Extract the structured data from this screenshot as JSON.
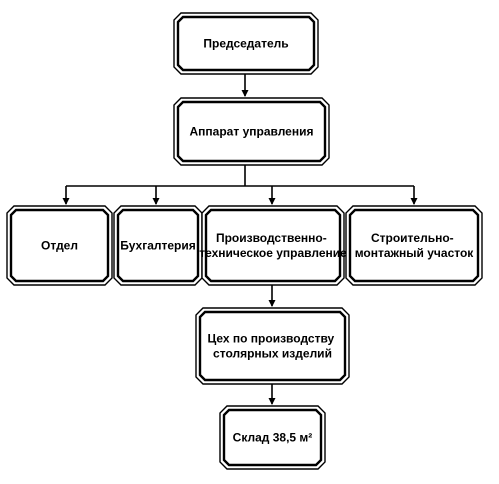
{
  "diagram": {
    "nodes": {
      "chairman": [
        "Председатель"
      ],
      "admin": [
        "Аппарат управления"
      ],
      "department": [
        "Отдел"
      ],
      "accounting": [
        "Бухгалтерия"
      ],
      "production_tech": [
        "Производственно-",
        "техническое управление"
      ],
      "construction": [
        "Строительно-",
        "монтажный участок"
      ],
      "workshop": [
        "Цех по производству",
        "столярных изделий"
      ],
      "warehouse": [
        "Склад 38,5 м²"
      ]
    },
    "edges": [
      [
        "chairman",
        "admin"
      ],
      [
        "admin",
        "department"
      ],
      [
        "admin",
        "accounting"
      ],
      [
        "admin",
        "production_tech"
      ],
      [
        "admin",
        "construction"
      ],
      [
        "production_tech",
        "workshop"
      ],
      [
        "workshop",
        "warehouse"
      ]
    ],
    "colors": {
      "line": "#000000",
      "fill": "#ffffff",
      "text": "#000000"
    }
  }
}
